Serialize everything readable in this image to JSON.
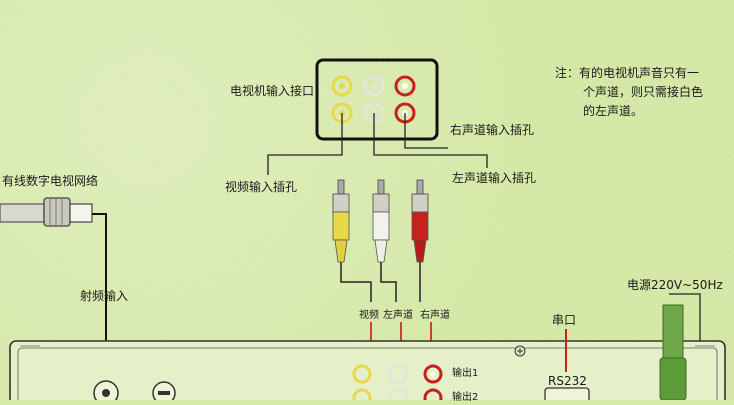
{
  "labels": {
    "tv_input": "电视机输入接口",
    "video_jack": "视频输入插孔",
    "right_jack": "右声道输入插孔",
    "left_jack": "左声道输入插孔",
    "cable_network": "有线数字电视网络",
    "rf_input": "射频输入",
    "plug_video": "视频",
    "plug_left": "左声道",
    "plug_right": "右声道",
    "output1": "输出1",
    "output2": "输出2",
    "serial": "串口",
    "rs232": "RS232",
    "power": "电源220V~50Hz"
  },
  "note": {
    "line1": "注：有的电视机声音只有一",
    "line2": "个声道，则只需接白色",
    "line3": "的左声道。"
  },
  "colors": {
    "background": "#d6eaa8",
    "yellow": "#e8d84a",
    "white": "#f2f2ec",
    "red": "#c8201e",
    "line": "#222222",
    "cable_green": "#6fa84a"
  }
}
